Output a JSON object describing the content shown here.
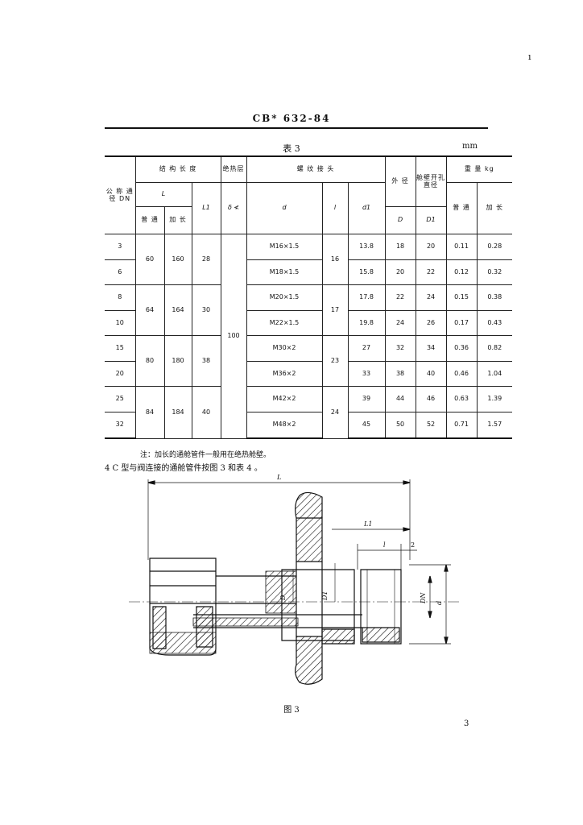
{
  "corner_mark": "ı",
  "standard_code": "CB* 632-84",
  "table_caption": "表 3",
  "table_unit": "mm",
  "table": {
    "headers": {
      "dn": "公 称 通 径 DN",
      "structure_length": "结 构 长 度",
      "L": "L",
      "normal": "普 通",
      "extended": "加 长",
      "L1": "L1",
      "insulation": "绝热层",
      "delta": "δ ≮",
      "thread_joint": "螺 纹 接 头",
      "d": "d",
      "l": "l",
      "d1": "d1",
      "outer_dia": "外 径",
      "D": "D",
      "hull_hole": "舱壁开孔直径",
      "D1": "D1",
      "weight": "重 量 kg",
      "weight_normal": "普 通",
      "weight_extended": "加 长"
    },
    "groups": [
      {
        "L_normal": "60",
        "L_extended": "160",
        "L1": "28",
        "l": "16",
        "rows": [
          {
            "dn": "3",
            "d": "M16×1.5",
            "d1": "13.8",
            "D": "18",
            "D1": "20",
            "w_normal": "0.11",
            "w_extended": "0.28"
          },
          {
            "dn": "6",
            "d": "M18×1.5",
            "d1": "15.8",
            "D": "20",
            "D1": "22",
            "w_normal": "0.12",
            "w_extended": "0.32"
          }
        ]
      },
      {
        "L_normal": "64",
        "L_extended": "164",
        "L1": "30",
        "l": "17",
        "rows": [
          {
            "dn": "8",
            "d": "M20×1.5",
            "d1": "17.8",
            "D": "22",
            "D1": "24",
            "w_normal": "0.15",
            "w_extended": "0.38"
          },
          {
            "dn": "10",
            "d": "M22×1.5",
            "d1": "19.8",
            "D": "24",
            "D1": "26",
            "w_normal": "0.17",
            "w_extended": "0.43"
          }
        ]
      },
      {
        "L_normal": "80",
        "L_extended": "180",
        "L1": "38",
        "l": "23",
        "rows": [
          {
            "dn": "15",
            "d": "M30×2",
            "d1": "27",
            "D": "32",
            "D1": "34",
            "w_normal": "0.36",
            "w_extended": "0.82"
          },
          {
            "dn": "20",
            "d": "M36×2",
            "d1": "33",
            "D": "38",
            "D1": "40",
            "w_normal": "0.46",
            "w_extended": "1.04"
          }
        ]
      },
      {
        "L_normal": "84",
        "L_extended": "184",
        "L1": "40",
        "l": "24",
        "rows": [
          {
            "dn": "25",
            "d": "M42×2",
            "d1": "39",
            "D": "44",
            "D1": "46",
            "w_normal": "0.63",
            "w_extended": "1.39"
          },
          {
            "dn": "32",
            "d": "M48×2",
            "d1": "45",
            "D": "50",
            "D1": "52",
            "w_normal": "0.71",
            "w_extended": "1.57"
          }
        ]
      }
    ],
    "insulation_value": "100"
  },
  "note": "注：加长的通舱管件一般用在绝热舱壁。",
  "section_text": "4 C 型与阀连接的通舱管件按图 3 和表 4 。",
  "figure": {
    "labels": {
      "L": "L",
      "L1": "L1",
      "l": "l",
      "two": "2",
      "D": "D",
      "D1": "D1",
      "DN": "DN",
      "d": "d"
    }
  },
  "figure_caption": "图 3",
  "page_number": "3"
}
